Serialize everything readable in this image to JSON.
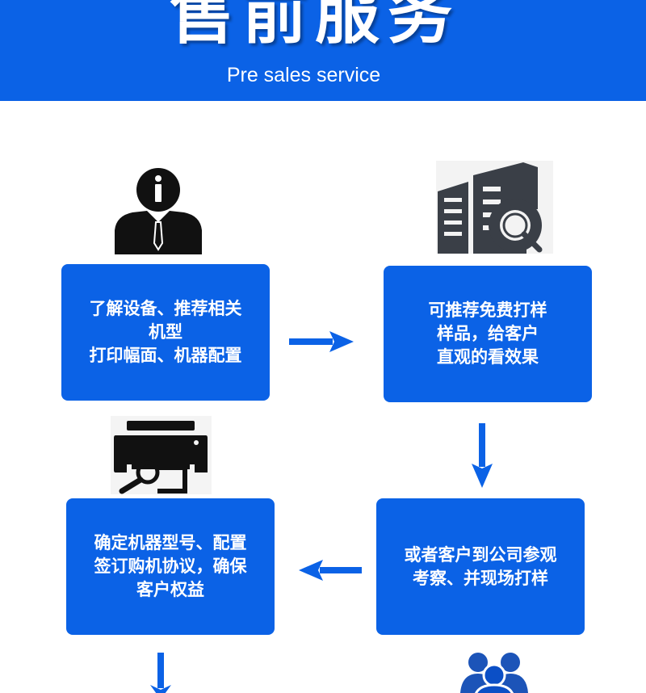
{
  "header": {
    "title": "售前服务",
    "subtitle": "Pre sales service"
  },
  "steps": [
    {
      "text": "了解设备、推荐相关\n机型\n打印幅面、机器配置",
      "icon": "businessman-info-icon"
    },
    {
      "text": "可推荐免费打样\n样品，给客户\n直观的看效果",
      "icon": "building-search-icon"
    },
    {
      "text": "或者客户到公司参观\n考察、并现场打样",
      "icon": "people-group-icon"
    },
    {
      "text": "确定机器型号、配置\n签订购机协议，确保\n客户权益",
      "icon": "printer-search-icon"
    }
  ],
  "colors": {
    "primary": "#0b62e6",
    "icon_dark": "#111111",
    "icon_grey": "#3a3f47"
  }
}
